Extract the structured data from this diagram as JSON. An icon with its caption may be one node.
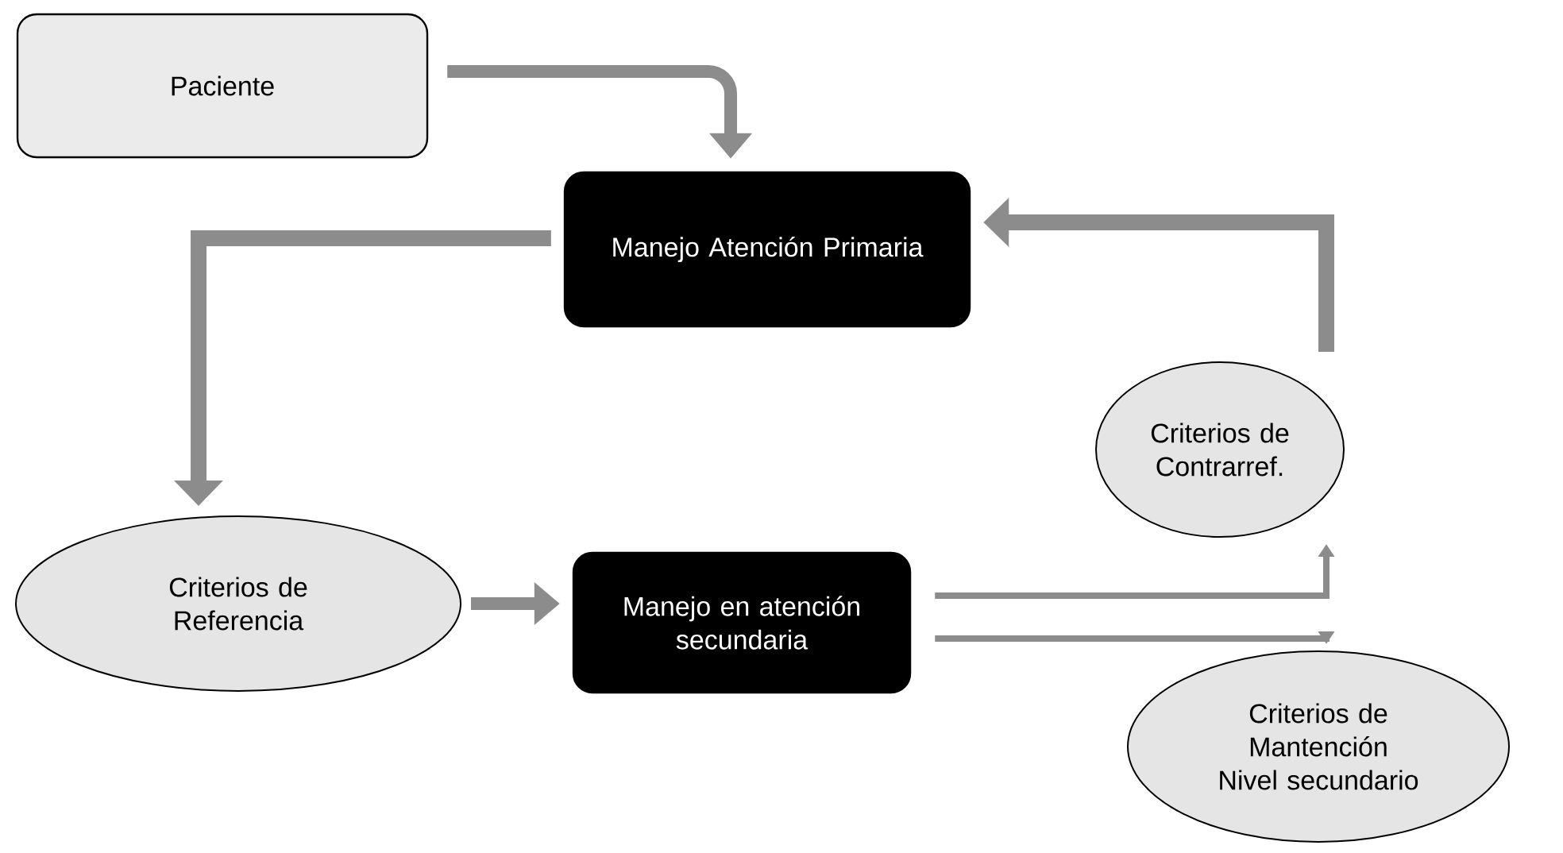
{
  "diagram": {
    "nodes": [
      {
        "text": [
          "Paciente"
        ]
      },
      {
        "text": [
          "Manejo Atención Primaria"
        ]
      },
      {
        "text": [
          "Criterios de Referencia"
        ]
      },
      {
        "text": [
          "Manejo en atención secundaria"
        ]
      },
      {
        "text": [
          "Criterios de Contrarref."
        ]
      },
      {
        "text": [
          "Criterios de Mantención Nivel secundario"
        ]
      }
    ],
    "edges": [
      {
        "from": 0,
        "to": 1,
        "arrow": "to"
      },
      {
        "from": 1,
        "to": 2,
        "arrow": "to"
      },
      {
        "from": 4,
        "to": 1,
        "arrow": "to"
      },
      {
        "from": 2,
        "to": 3,
        "arrow": "to"
      },
      {
        "from": 3,
        "to": 4,
        "arrow": "to"
      },
      {
        "from": 3,
        "to": 5,
        "arrow": "to"
      }
    ]
  }
}
